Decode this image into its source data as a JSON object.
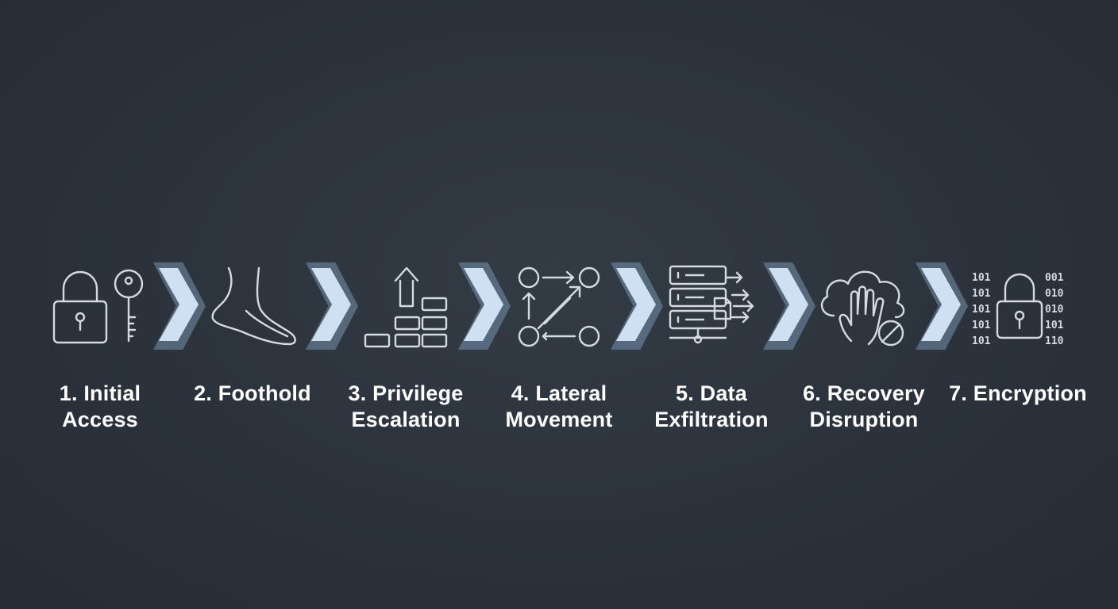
{
  "diagram": {
    "stages": [
      {
        "line1": "1. Initial",
        "line2": "Access",
        "icon": "padlock-key-icon"
      },
      {
        "line1": "2. Foothold",
        "line2": "",
        "icon": "foot-icon"
      },
      {
        "line1": "3. Privilege",
        "line2": "Escalation",
        "icon": "stairs-arrow-up-icon"
      },
      {
        "line1": "4. Lateral",
        "line2": "Movement",
        "icon": "network-nodes-icon"
      },
      {
        "line1": "5. Data",
        "line2": "Exfiltration",
        "icon": "server-data-out-icon"
      },
      {
        "line1": "6. Recovery",
        "line2": "Disruption",
        "icon": "cloud-hand-block-icon"
      },
      {
        "line1": "7. Encryption",
        "line2": "",
        "icon": "binary-padlock-icon"
      }
    ],
    "colors": {
      "background": "#2b323b",
      "icon_stroke": "#d4dae1",
      "chevron": "#cfe0f2",
      "label": "#ffffff"
    }
  }
}
